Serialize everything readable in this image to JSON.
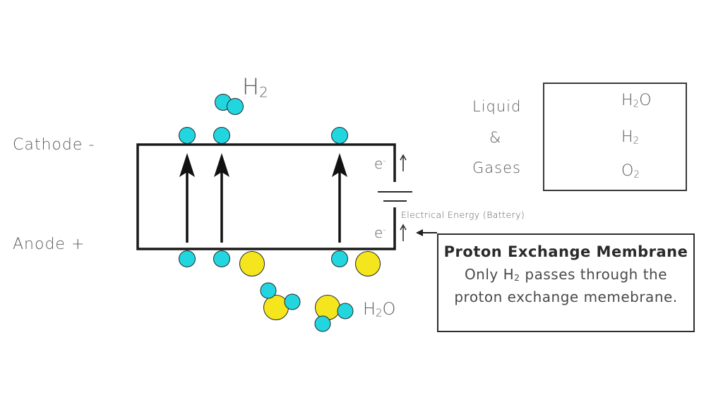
{
  "labels": {
    "cathode": "Cathode -",
    "anode": "Anode +",
    "h2_top_main": "H",
    "h2_top_sub": "2",
    "h2o_bottom_h": "H",
    "h2o_bottom_sub": "2",
    "h2o_bottom_o": "O",
    "electron_top": "e",
    "electron_top_sup": "-",
    "electron_bottom": "e",
    "electron_bottom_sup": "-",
    "battery": "Electrical Energy (Battery)"
  },
  "side_text": {
    "line1": "Liquid",
    "line2": "&",
    "line3": "Gases"
  },
  "legend": {
    "items": [
      {
        "main": "H",
        "sub": "2",
        "tail": "O"
      },
      {
        "main": "H",
        "sub": "2",
        "tail": ""
      },
      {
        "main": "O",
        "sub": "2",
        "tail": ""
      }
    ]
  },
  "pem": {
    "title": "Proton Exchange Membrane",
    "line1_a": "Only H",
    "line1_sub": "2",
    "line1_b": " passes through the",
    "line2": "proton exchange memebrane."
  },
  "colors": {
    "hydrogen": "#22d6e0",
    "oxygen": "#f5e51c",
    "stroke": "#1f2a2e",
    "box": "#1a1a1a"
  }
}
